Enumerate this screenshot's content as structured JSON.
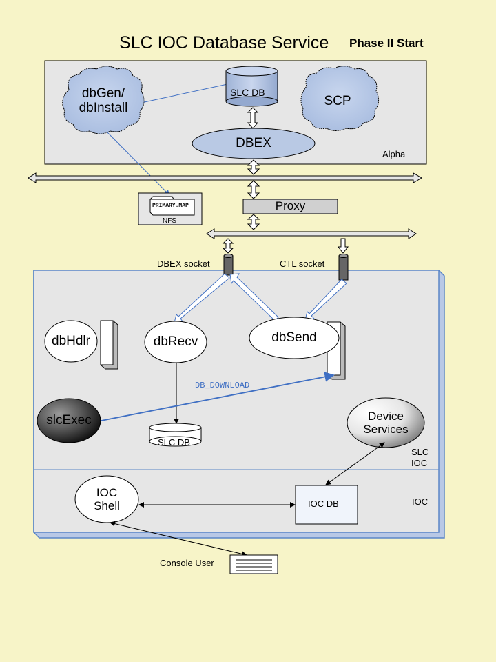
{
  "title": "SLC IOC Database Service",
  "phase": "Phase II Start",
  "alpha": {
    "region_label": "Alpha",
    "dbgen_line1": "dbGen/",
    "dbgen_line2": "dbInstall",
    "slcdb": "SLC DB",
    "scp": "SCP",
    "dbex": "DBEX"
  },
  "proxy": "Proxy",
  "nfs": {
    "file": "PRIMARY.MAP",
    "label": "NFS"
  },
  "sockets": {
    "dbex": "DBEX socket",
    "ctl": "CTL socket"
  },
  "ioc": {
    "dbhdlr": "dbHdlr",
    "dbrecv": "dbRecv",
    "dbsend": "dbSend",
    "slcexec": "slcExec",
    "db_download": "DB_DOWNLOAD",
    "local_slcdb": "SLC DB",
    "device_line1": "Device",
    "device_line2": "Services",
    "slc_label_line1": "SLC",
    "slc_label_line2": "IOC",
    "ioc_label": "IOC",
    "shell_line1": "IOC",
    "shell_line2": "Shell",
    "iocdb": "IOC DB"
  },
  "console_user": "Console User",
  "colors": {
    "background": "#f7f4c8",
    "panel": "#e6e6e6",
    "node_blue": "#b9c9e4",
    "node_blue_dark": "#7f95c0",
    "ioc_border": "#5b86c7",
    "download_line": "#3f6fc3",
    "proxy_box": "#d0d0d0"
  },
  "icons": {
    "bus_arrow": "double-headed-arrow",
    "socket": "socket-cylinder",
    "cloud": "cloud-shape",
    "database": "database-cylinder",
    "console": "console-terminal"
  }
}
